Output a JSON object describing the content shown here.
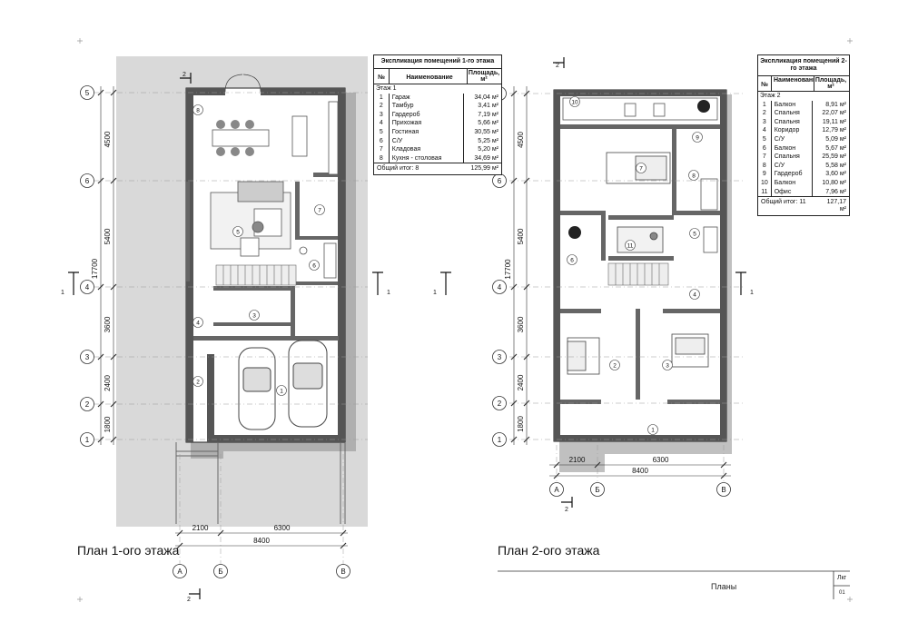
{
  "plan1": {
    "title": "План 1-ого этажа",
    "table": {
      "title": "Экспликация помещений 1-го этажа",
      "col_num": "№",
      "col_name": "Наименование",
      "col_area": "Площадь, м²",
      "group": "Этаж 1",
      "rows": [
        {
          "n": "1",
          "name": "Гараж",
          "area": "34,04 м²"
        },
        {
          "n": "2",
          "name": "Тамбур",
          "area": "3,41 м²"
        },
        {
          "n": "3",
          "name": "Гардероб",
          "area": "7,19 м²"
        },
        {
          "n": "4",
          "name": "Прихожая",
          "area": "5,66 м²"
        },
        {
          "n": "5",
          "name": "Гостиная",
          "area": "30,55 м²"
        },
        {
          "n": "6",
          "name": "С/У",
          "area": "5,25 м²"
        },
        {
          "n": "7",
          "name": "Кладовая",
          "area": "5,20 м²"
        },
        {
          "n": "8",
          "name": "Кухня - столовая",
          "area": "34,69 м²"
        }
      ],
      "total_label": "Общий итог: 8",
      "total_area": "125,99 м²"
    },
    "axes_h": [
      "5",
      "6",
      "4",
      "3",
      "2",
      "1"
    ],
    "dims_v": [
      "4500",
      "5400",
      "3600",
      "2400",
      "1800"
    ],
    "dim_total_v": "17700",
    "axes_v": [
      "А",
      "Б",
      "В"
    ],
    "dims_h": [
      "2100",
      "6300"
    ],
    "dim_total_h": "8400",
    "section_mark": "1",
    "section_mark_2": "2",
    "rooms": [
      "1",
      "2",
      "3",
      "4",
      "5",
      "6",
      "7",
      "8"
    ]
  },
  "plan2": {
    "title": "План 2-ого этажа",
    "table": {
      "title": "Экспликация помещений 2-го этажа",
      "col_num": "№",
      "col_name": "Наименование",
      "col_area": "Площадь, м²",
      "group": "Этаж 2",
      "rows": [
        {
          "n": "1",
          "name": "Балкон",
          "area": "8,91 м²"
        },
        {
          "n": "2",
          "name": "Спальня",
          "area": "22,07 м²"
        },
        {
          "n": "3",
          "name": "Спальня",
          "area": "19,11 м²"
        },
        {
          "n": "4",
          "name": "Коридор",
          "area": "12,79 м²"
        },
        {
          "n": "5",
          "name": "С/У",
          "area": "5,09 м²"
        },
        {
          "n": "6",
          "name": "Балкон",
          "area": "5,67 м²"
        },
        {
          "n": "7",
          "name": "Спальня",
          "area": "25,59 м²"
        },
        {
          "n": "8",
          "name": "С/У",
          "area": "5,58 м²"
        },
        {
          "n": "9",
          "name": "Гардероб",
          "area": "3,60 м²"
        },
        {
          "n": "10",
          "name": "Балкон",
          "area": "10,80 м²"
        },
        {
          "n": "11",
          "name": "Офис",
          "area": "7,96 м²"
        }
      ],
      "total_label": "Общий итог: 11",
      "total_area": "127,17 м²"
    },
    "axes_h": [
      "5",
      "6",
      "4",
      "3",
      "2",
      "1"
    ],
    "dims_v": [
      "4500",
      "5400",
      "3600",
      "2400",
      "1800"
    ],
    "dim_total_v": "17700",
    "axes_v": [
      "А",
      "Б",
      "В"
    ],
    "dims_h": [
      "2100",
      "6300"
    ],
    "dim_total_h": "8400",
    "section_mark": "1",
    "section_mark_2": "2",
    "rooms": [
      "1",
      "2",
      "3",
      "4",
      "5",
      "6",
      "7",
      "8",
      "9",
      "10",
      "11"
    ]
  },
  "title_block": {
    "sheet_name": "Планы",
    "sheet_label": "Лкг",
    "sheet_number": "01"
  }
}
